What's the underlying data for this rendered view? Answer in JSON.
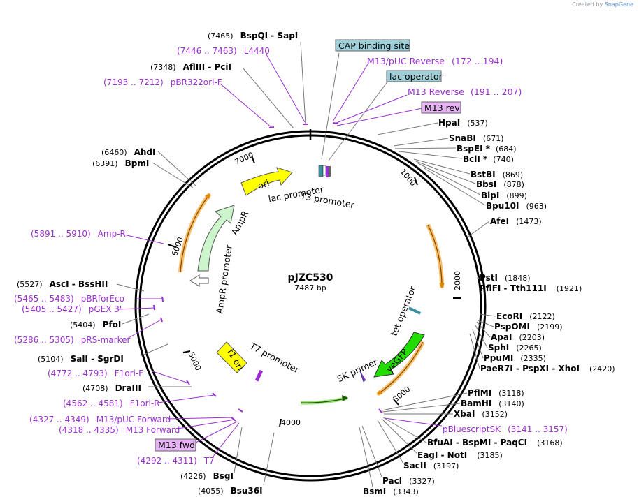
{
  "credit": {
    "prefix": "Created by",
    "brand": "SnapGene"
  },
  "plasmid": {
    "name": "pJZC530",
    "length": "7487 bp"
  },
  "ticks": [
    "1000",
    "2000",
    "3000",
    "4000",
    "5000",
    "6000",
    "7000"
  ],
  "enzymes_right": [
    {
      "pos": "(537)",
      "name": "HpaI"
    },
    {
      "pos": "(671)",
      "name": "SnaBI"
    },
    {
      "pos": "(684)",
      "name": "BspEI *"
    },
    {
      "pos": "(740)",
      "name": "BclI *"
    },
    {
      "pos": "(869)",
      "name": "BstBI"
    },
    {
      "pos": "(878)",
      "name": "BbsI"
    },
    {
      "pos": "(899)",
      "name": "BlpI"
    },
    {
      "pos": "(963)",
      "name": "Bpu10I"
    },
    {
      "pos": "(1473)",
      "name": "AfeI"
    },
    {
      "pos": "(1848)",
      "name": "PstI"
    },
    {
      "pos": "(1921)",
      "name": "PflFI  -  Tth111I"
    },
    {
      "pos": "(2122)",
      "name": "EcoRI"
    },
    {
      "pos": "(2199)",
      "name": "PspOMI"
    },
    {
      "pos": "(2203)",
      "name": "ApaI"
    },
    {
      "pos": "(2265)",
      "name": "SphI"
    },
    {
      "pos": "(2335)",
      "name": "PpuMI"
    },
    {
      "pos": "(2420)",
      "name": "PaeR7I  -  PspXI  -  XhoI"
    },
    {
      "pos": "(3118)",
      "name": "PflMI"
    },
    {
      "pos": "(3140)",
      "name": "BamHI"
    },
    {
      "pos": "(3152)",
      "name": "XbaI"
    },
    {
      "pos": "(3141 .. 3157)",
      "name": "pBluescriptSK",
      "feature": true
    },
    {
      "pos": "(3168)",
      "name": "BfuAI  -  BspMI  -  PaqCI"
    },
    {
      "pos": "(3185)",
      "name": "EagI  -  NotI"
    },
    {
      "pos": "(3197)",
      "name": "SacII"
    },
    {
      "pos": "(3327)",
      "name": "PacI"
    },
    {
      "pos": "(3343)",
      "name": "BsmI"
    }
  ],
  "top_labels": [
    {
      "name": "CAP binding site",
      "boxed": "cap"
    },
    {
      "name": "M13/pUC Reverse",
      "pos": "(172 .. 194)"
    },
    {
      "name": "lac operator",
      "boxed": "cap"
    },
    {
      "name": "M13 Reverse",
      "pos": "(191 .. 207)"
    },
    {
      "name": "M13 rev",
      "boxed": "primer"
    }
  ],
  "enzymes_left": [
    {
      "pos": "(7465)",
      "name": "BspQI  -  SapI"
    },
    {
      "pos": "(7446 .. 7463)",
      "name": "L4440",
      "feature": true
    },
    {
      "pos": "(7348)",
      "name": "AflIII  -  PciI"
    },
    {
      "pos": "(7193 .. 7212)",
      "name": "pBR322ori-F",
      "feature": true
    },
    {
      "pos": "(6460)",
      "name": "AhdI"
    },
    {
      "pos": "(6391)",
      "name": "BpmI"
    },
    {
      "pos": "(5891 .. 5910)",
      "name": "Amp-R",
      "feature": true
    },
    {
      "pos": "(5527)",
      "name": "AscI  -  BssHII"
    },
    {
      "pos": "(5465 .. 5483)",
      "name": "pBRforEco",
      "feature": true
    },
    {
      "pos": "(5405 .. 5427)",
      "name": "pGEX 3'",
      "feature": true
    },
    {
      "pos": "(5404)",
      "name": "PfoI"
    },
    {
      "pos": "(5286 .. 5305)",
      "name": "pRS-marker",
      "feature": true
    },
    {
      "pos": "(5104)",
      "name": "SalI  -  SgrDI"
    },
    {
      "pos": "(4772 .. 4793)",
      "name": "F1ori-F",
      "feature": true
    },
    {
      "pos": "(4708)",
      "name": "DraIII"
    },
    {
      "pos": "(4562 .. 4581)",
      "name": "F1ori-R",
      "feature": true
    },
    {
      "pos": "(4327 .. 4349)",
      "name": "M13/pUC Forward",
      "feature": true
    },
    {
      "pos": "(4318 .. 4335)",
      "name": "M13 Forward",
      "feature": true
    },
    {
      "name": "M13 fwd",
      "boxed": "primer"
    },
    {
      "pos": "(4292 .. 4311)",
      "name": "T7",
      "feature": true
    },
    {
      "pos": "(4226)",
      "name": "BsgI"
    },
    {
      "pos": "(4055)",
      "name": "Bsu36I"
    }
  ],
  "features": [
    {
      "name": "ori"
    },
    {
      "name": "lac promoter"
    },
    {
      "name": "T3 promoter"
    },
    {
      "name": "AmpR"
    },
    {
      "name": "AmpR promoter"
    },
    {
      "name": "tet operator"
    },
    {
      "name": "yeGFP"
    },
    {
      "name": "SK primer"
    },
    {
      "name": "f1 ori"
    },
    {
      "name": "T7 promoter"
    }
  ],
  "colors": {
    "feature_purple": "#9a2fd0",
    "ori_yellow": "#ffff00",
    "ampr_green": "#ccf5cc",
    "yegfp_green": "#22dd00",
    "cap_box": "#9fd0d9",
    "primer_box": "#e6b4f4",
    "orf_orange": "#f2a32a"
  }
}
